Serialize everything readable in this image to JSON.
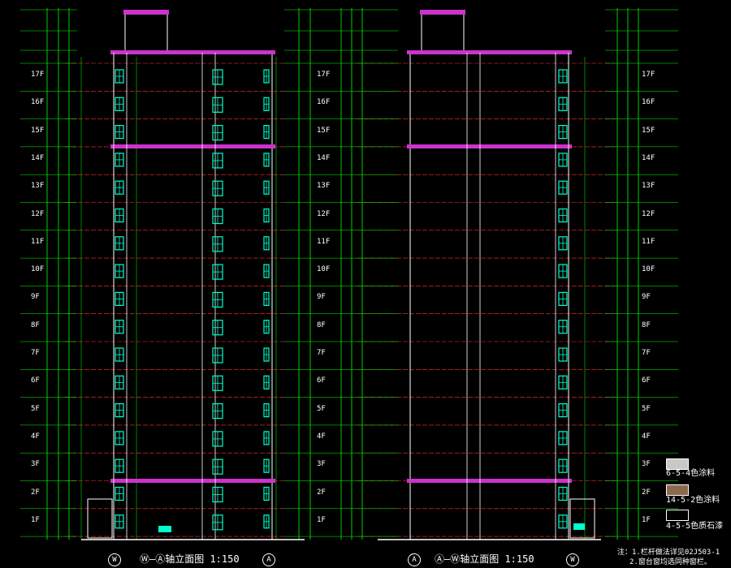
{
  "floors": [
    "17F",
    "16F",
    "15F",
    "14F",
    "13F",
    "12F",
    "11F",
    "10F",
    "9F",
    "8F",
    "7F",
    "6F",
    "5F",
    "4F",
    "3F",
    "2F",
    "1F"
  ],
  "left_drawing": {
    "title": "Ⓦ—Ⓐ轴立面图 1:150",
    "axis_left": "W",
    "axis_right": "A"
  },
  "right_drawing": {
    "title": "Ⓐ—Ⓦ轴立面图 1:150",
    "axis_left": "A",
    "axis_right": "W"
  },
  "legend": [
    {
      "label": "6-5-4色涂料",
      "color": "#c8c8c8"
    },
    {
      "label": "14-5-2色涂料",
      "color": "#8a6a4a"
    },
    {
      "label": "4-5-5色质石漆",
      "color": "#000000"
    }
  ],
  "notes": [
    "注：1.栏杆做法详见02J503-1",
    "2.窗台窗均选同种窗栏。"
  ],
  "colors": {
    "background": "#000000",
    "dimension_line": "#00ff00",
    "building_outline": "#ffffff",
    "window": "#00ffcc",
    "cornice": "#cc33cc",
    "floor_line": "#ff3333",
    "text": "#ffffff"
  }
}
